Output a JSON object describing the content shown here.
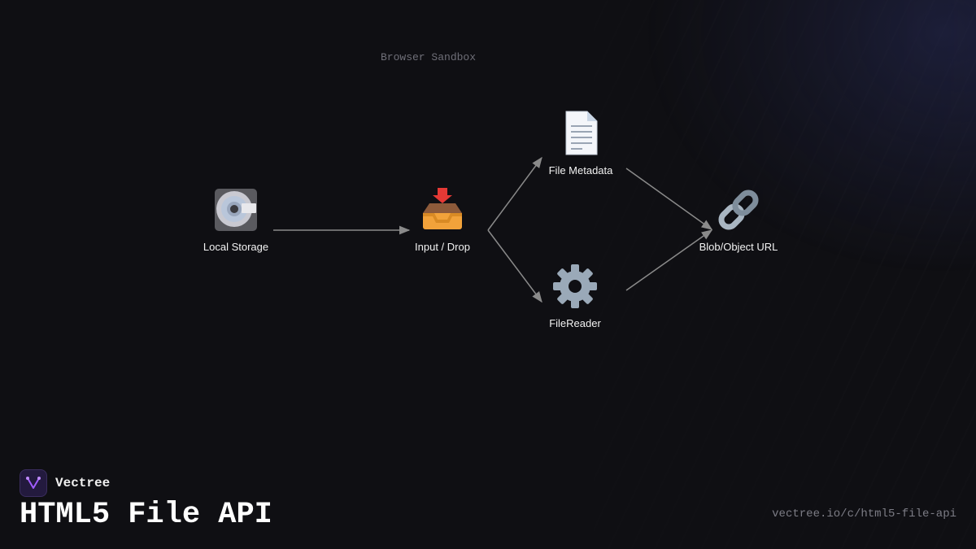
{
  "diagram": {
    "group_label": "Browser Sandbox",
    "nodes": [
      {
        "id": "local-storage",
        "label": "Local Storage",
        "icon": "disk-icon"
      },
      {
        "id": "input-drop",
        "label": "Input / Drop",
        "icon": "inbox-tray-icon"
      },
      {
        "id": "file-metadata",
        "label": "File Metadata",
        "icon": "document-icon"
      },
      {
        "id": "filereader",
        "label": "FileReader",
        "icon": "gear-icon"
      },
      {
        "id": "blob-url",
        "label": "Blob/Object URL",
        "icon": "link-icon"
      }
    ],
    "edges": [
      {
        "from": "local-storage",
        "to": "input-drop"
      },
      {
        "from": "input-drop",
        "to": "file-metadata"
      },
      {
        "from": "input-drop",
        "to": "filereader"
      },
      {
        "from": "file-metadata",
        "to": "blob-url"
      },
      {
        "from": "filereader",
        "to": "blob-url"
      }
    ]
  },
  "brand": {
    "name": "Vectree",
    "logo_icon": "vectree-logo-icon"
  },
  "title": "HTML5 File API",
  "url": "vectree.io/c/html5-file-api",
  "colors": {
    "background": "#0f0f13",
    "edge": "#8a8a8a",
    "accent": "#a05cff"
  }
}
